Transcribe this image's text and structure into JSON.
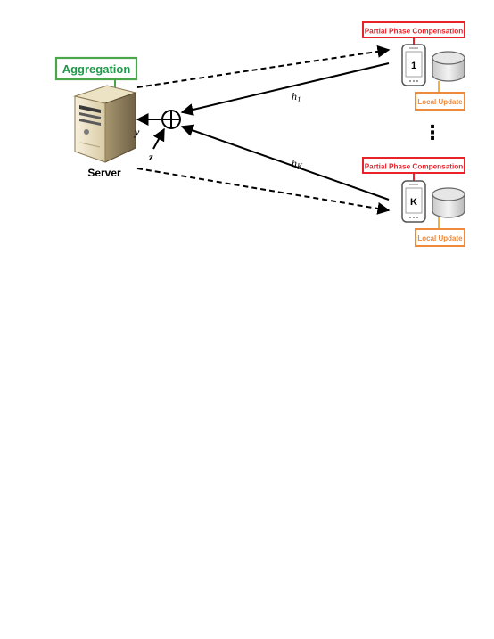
{
  "server": {
    "aggregation_label": "Aggregation",
    "server_label": "Server",
    "output_symbol": "y",
    "noise_symbol": "z"
  },
  "devices": [
    {
      "id_label": "1",
      "compensation_label": "Partial Phase Compensation",
      "update_label": "Local Update",
      "channel_symbol": "h",
      "channel_subscript": "1"
    },
    {
      "id_label": "K",
      "compensation_label": "Partial Phase Compensation",
      "update_label": "Local Update",
      "channel_symbol": "h",
      "channel_subscript": "K"
    }
  ],
  "ellipsis": "⋮",
  "colors": {
    "aggregation_border": "#4aa64a",
    "aggregation_text": "#1f9a4a",
    "compensation_border": "#e8232a",
    "compensation_text": "#e8232a",
    "update_border": "#ef8a3c",
    "update_text": "#ef8a3c",
    "connector_green": "#4aa64a",
    "connector_red": "#e8232a",
    "connector_orange": "#f2b233"
  }
}
